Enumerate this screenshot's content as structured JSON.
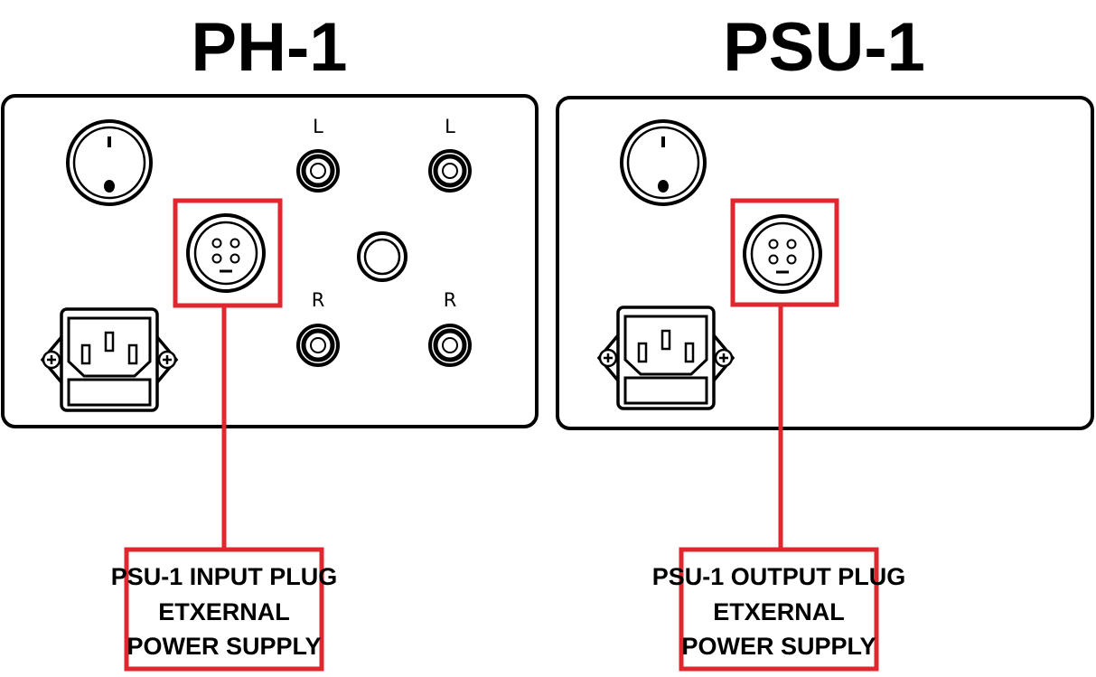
{
  "units": [
    {
      "title": "PH-1",
      "jack_labels": {
        "top_left": "L",
        "top_right": "L",
        "bottom_left": "R",
        "bottom_right": "R"
      },
      "callout": {
        "line1": "PSU-1 INPUT PLUG",
        "line2": "ETXERNAL",
        "line3": "POWER SUPPLY"
      }
    },
    {
      "title": "PSU-1",
      "callout": {
        "line1": "PSU-1 OUTPUT PLUG",
        "line2": "ETXERNAL",
        "line3": "POWER SUPPLY"
      }
    }
  ],
  "colors": {
    "highlight": "#e0262e",
    "outline": "#000000",
    "background": "#ffffff"
  },
  "icons": [
    "power-switch-icon",
    "din-connector-icon",
    "rca-jack-icon",
    "ground-terminal-icon",
    "iec-power-inlet-icon"
  ]
}
